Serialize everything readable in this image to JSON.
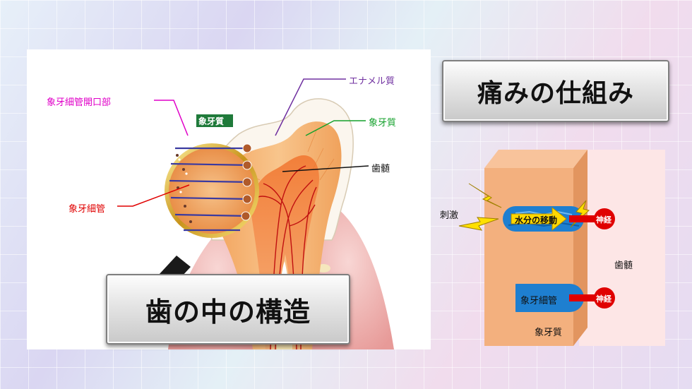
{
  "left": {
    "title": "歯の中の構造",
    "labels": {
      "enamel": "エナメル質",
      "dentin": "象牙質",
      "pulp": "歯髄",
      "tubule_opening": "象牙細管開口部",
      "tubule": "象牙細管",
      "magnifier_tag": "象牙質"
    }
  },
  "right": {
    "title": "痛みの仕組み",
    "labels": {
      "stimulus": "刺激",
      "water_movement": "水分の移動",
      "nerve_top": "神経",
      "nerve_bottom": "神経",
      "pulp": "歯髄",
      "tubule": "象牙細管",
      "dentin": "象牙質"
    }
  },
  "colors": {
    "enamel_label": "#7030a0",
    "dentin_label": "#14a12c",
    "pulp_label": "#111111",
    "tubule_opening_label": "#e000c8",
    "tubule_label": "#e00000",
    "nerve_red": "#e00000",
    "water_blue": "#1e7fd0",
    "dentin_block": "#f3b07e",
    "arrow_yellow": "#ffd800"
  }
}
